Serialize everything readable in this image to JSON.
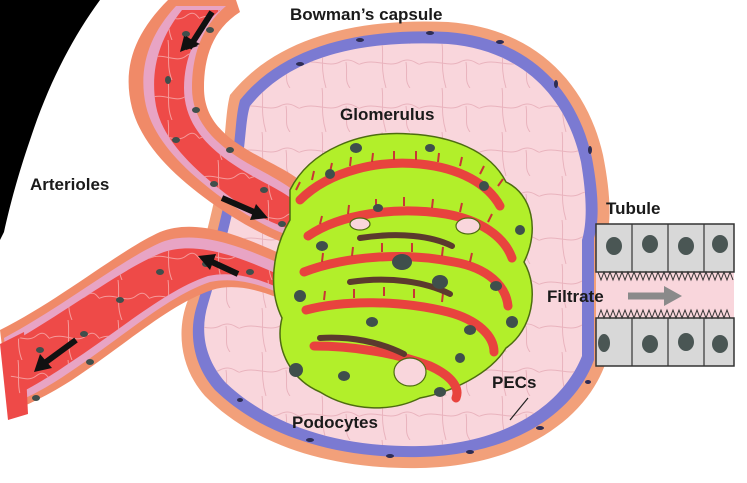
{
  "labels": {
    "bowmans_capsule": "Bowman’s capsule",
    "glomerulus": "Glomerulus",
    "arterioles": "Arterioles",
    "tubule": "Tubule",
    "filtrate": "Filtrate",
    "pecs": "PECs",
    "podocytes": "Podocytes"
  },
  "colors": {
    "capsule_fill": "#f9d6dc",
    "capsule_outer": "#f2a07a",
    "pec_layer": "#7b7ad2",
    "vessel_red": "#ee4a48",
    "vessel_outer": "#f08a68",
    "vessel_lining": "#e8a4c4",
    "podocyte_green": "#b2ef2a",
    "nucleus": "#3f4f4c",
    "tubule_cell": "#d8d8d8",
    "black_corner": "#000000"
  }
}
